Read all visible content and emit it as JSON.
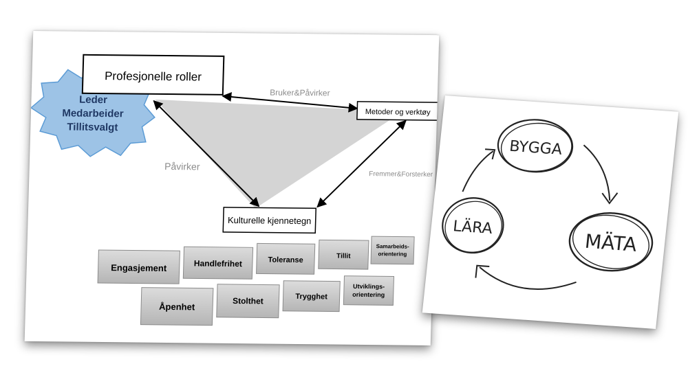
{
  "left_diagram": {
    "top_box": "Profesjonelle roller",
    "right_box": "Metoder og verktøy",
    "bottom_box": "Kulturelle kjennetegn",
    "star_lines": [
      "Leder",
      "Medarbeider",
      "Tillitsvalgt"
    ],
    "edge_top": "Bruker&Påvirker",
    "edge_left": "Påvirker",
    "edge_right": "Fremmer&Forsterker",
    "tiles_row1": [
      {
        "lines": [
          "Engasjement"
        ]
      },
      {
        "lines": [
          "Handlefrihet"
        ]
      },
      {
        "lines": [
          "Toleranse"
        ]
      },
      {
        "lines": [
          "Tillit"
        ]
      },
      {
        "lines": [
          "Samarbeids-",
          "orientering"
        ]
      }
    ],
    "tiles_row2": [
      {
        "lines": [
          "Åpenhet"
        ]
      },
      {
        "lines": [
          "Stolthet"
        ]
      },
      {
        "lines": [
          "Trygghet"
        ]
      },
      {
        "lines": [
          "Utviklings-",
          "orientering"
        ]
      }
    ]
  },
  "right_diagram": {
    "node_top": "BYGGA",
    "node_right": "MÄTA",
    "node_left": "LÄRA"
  },
  "colors": {
    "star_fill": "#9dc3e6",
    "star_stroke": "#5b9bd5",
    "star_text": "#1f3864",
    "triangle_fill": "#d4d4d4",
    "edge_label": "#8c8c8c",
    "tile_fill": "#c9c9c9"
  }
}
